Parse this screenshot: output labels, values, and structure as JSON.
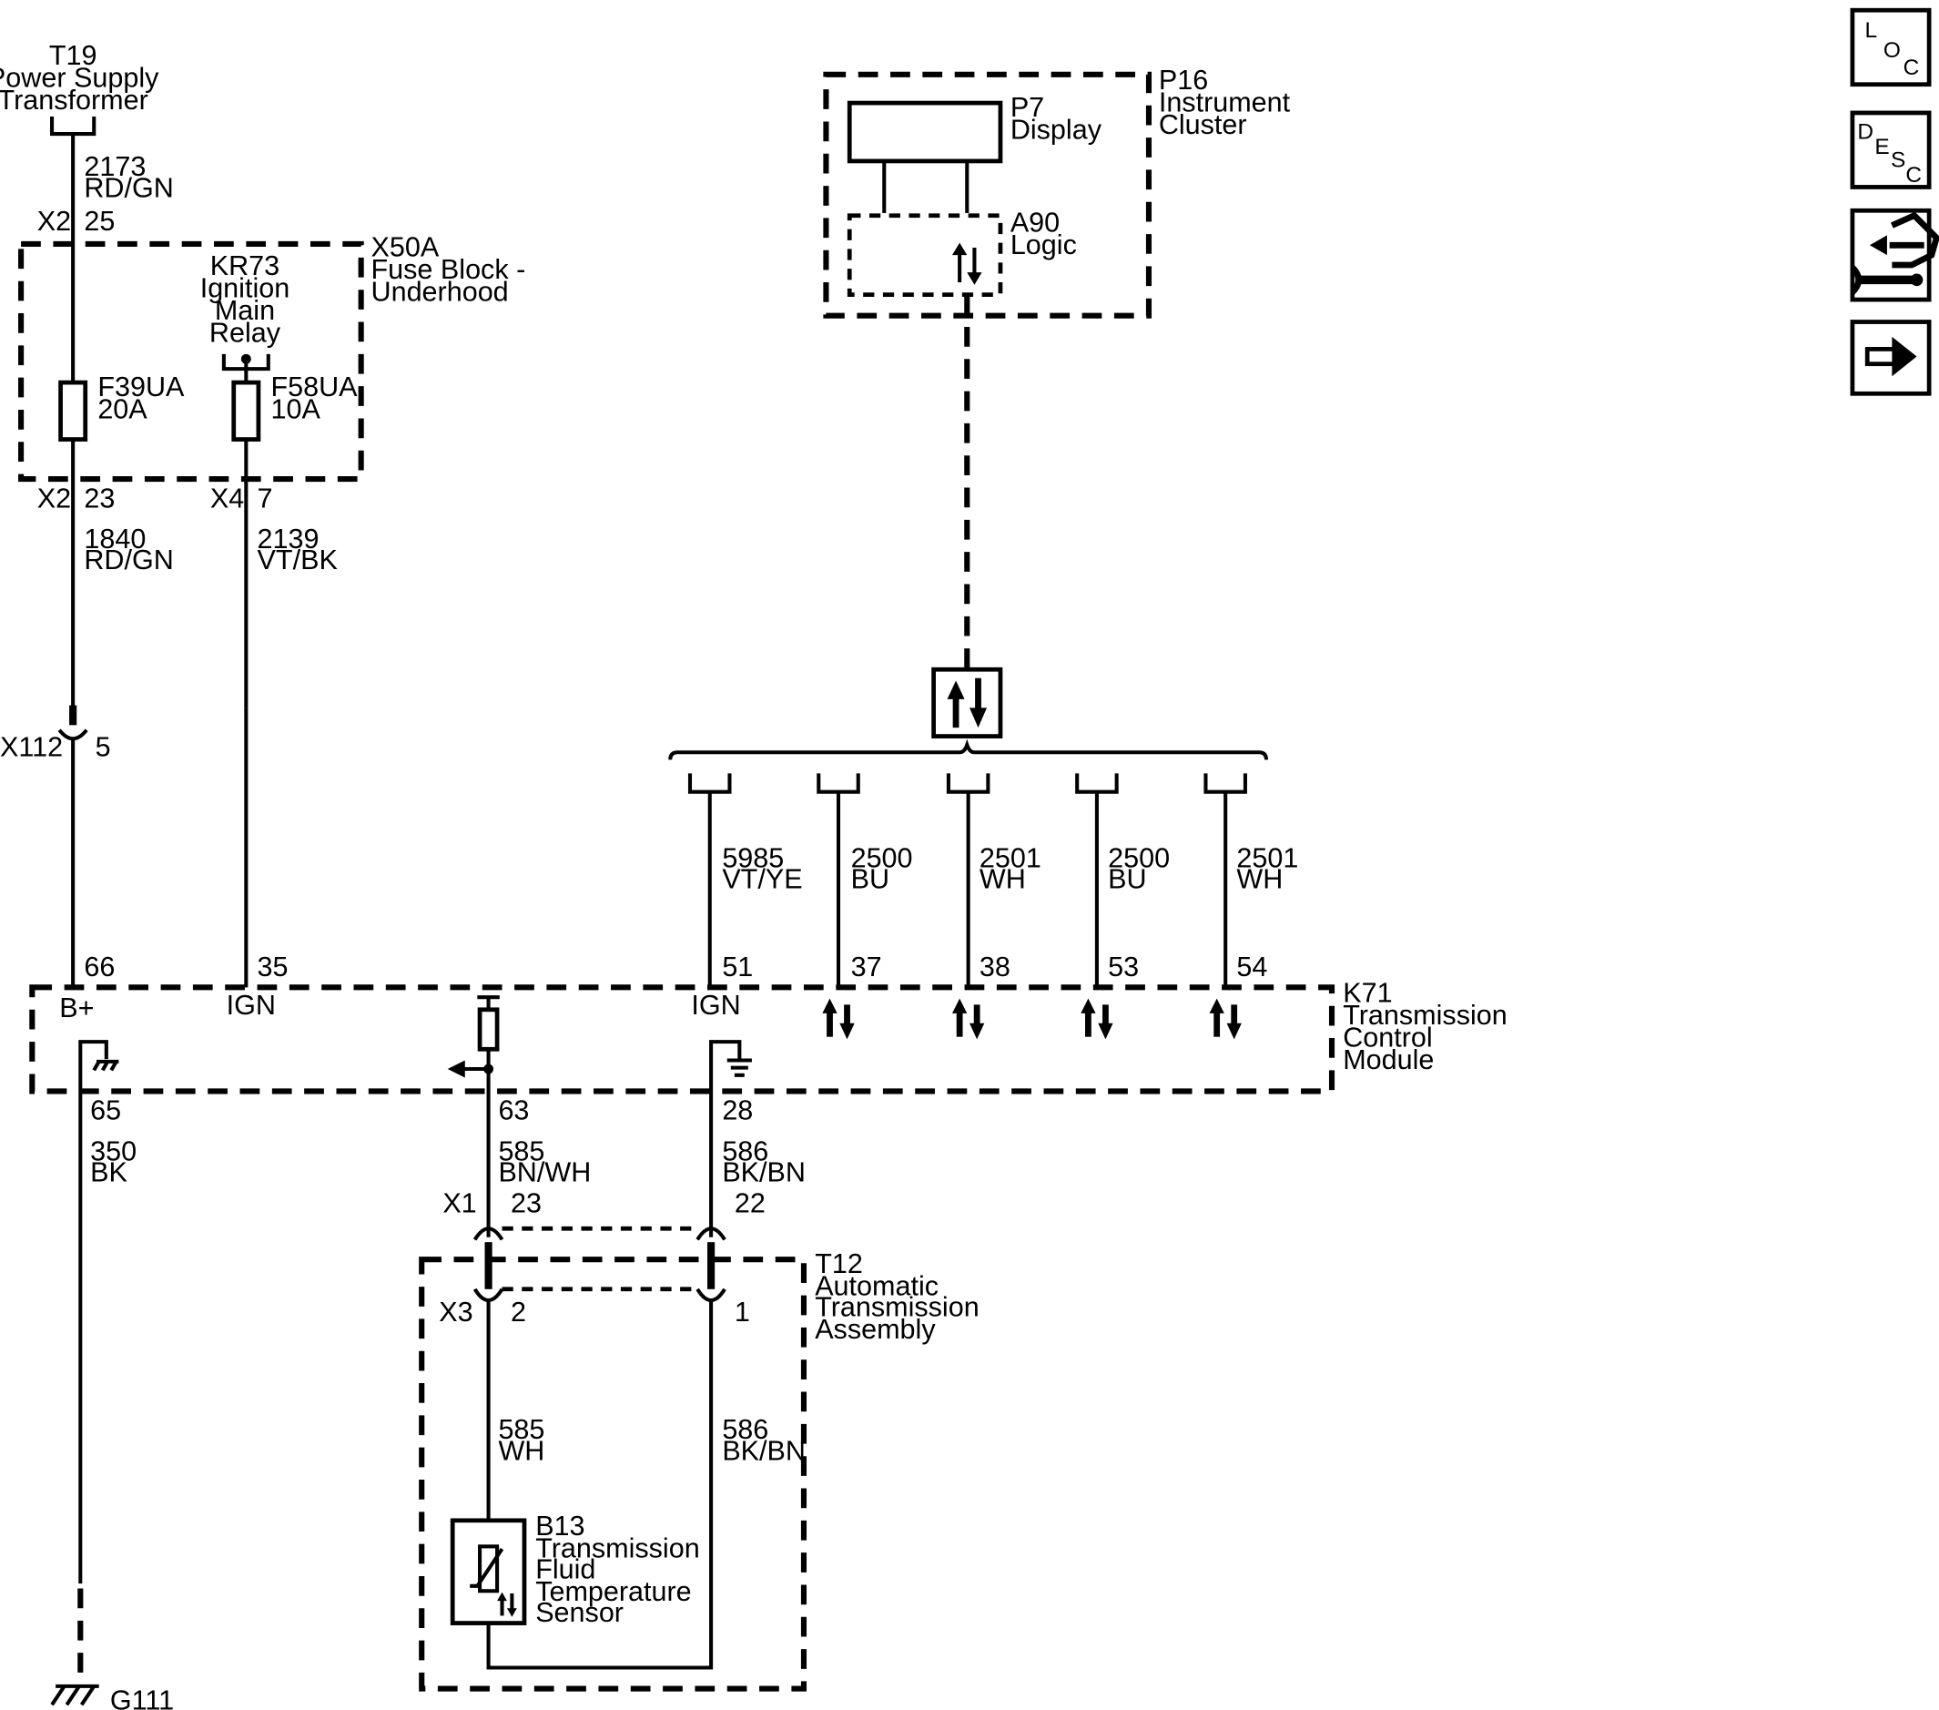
{
  "components": {
    "t19": {
      "ref": "T19",
      "name_line1": "Power Supply",
      "name_line2": "Transformer"
    },
    "x50a": {
      "ref": "X50A",
      "name_line1": "Fuse Block -",
      "name_line2": "Underhood"
    },
    "kr73": {
      "ref": "KR73",
      "name_line1": "Ignition",
      "name_line2": "Main",
      "name_line3": "Relay"
    },
    "f39ua": {
      "ref": "F39UA",
      "rating": "20A"
    },
    "f58ua": {
      "ref": "F58UA",
      "rating": "10A"
    },
    "p16": {
      "ref": "P16",
      "name_line1": "Instrument",
      "name_line2": "Cluster"
    },
    "p7": {
      "ref": "P7",
      "name": "Display"
    },
    "a90": {
      "ref": "A90",
      "name": "Logic"
    },
    "k71": {
      "ref": "K71",
      "name_line1": "Transmission",
      "name_line2": "Control",
      "name_line3": "Module"
    },
    "t12": {
      "ref": "T12",
      "name_line1": "Automatic",
      "name_line2": "Transmission",
      "name_line3": "Assembly"
    },
    "b13": {
      "ref": "B13",
      "name_line1": "Transmission",
      "name_line2": "Fluid",
      "name_line3": "Temperature",
      "name_line4": "Sensor"
    },
    "g111": {
      "ref": "G111"
    },
    "x112": {
      "ref": "X112",
      "pin": "5"
    }
  },
  "connectors": {
    "x2": "X2",
    "x4": "X4",
    "x1": "X1",
    "x3": "X3"
  },
  "pins": {
    "x2_top": "25",
    "x2_bottom": "23",
    "x4": "7",
    "k71_b_plus": "66",
    "k71_ign1": "35",
    "k71_ign2": "51",
    "k71_37": "37",
    "k71_38": "38",
    "k71_53": "53",
    "k71_54": "54",
    "k71_65": "65",
    "k71_63": "63",
    "k71_28": "28",
    "x1_23": "23",
    "x1_22": "22",
    "x3_2": "2",
    "x3_1": "1"
  },
  "terminals": {
    "b_plus": "B+",
    "ign1": "IGN",
    "ign2": "IGN"
  },
  "wires": {
    "w2173": {
      "circuit": "2173",
      "color": "RD/GN"
    },
    "w1840": {
      "circuit": "1840",
      "color": "RD/GN"
    },
    "w2139": {
      "circuit": "2139",
      "color": "VT/BK"
    },
    "w5985": {
      "circuit": "5985",
      "color": "VT/YE"
    },
    "w2500a": {
      "circuit": "2500",
      "color": "BU"
    },
    "w2501a": {
      "circuit": "2501",
      "color": "WH"
    },
    "w2500b": {
      "circuit": "2500",
      "color": "BU"
    },
    "w2501b": {
      "circuit": "2501",
      "color": "WH"
    },
    "w350": {
      "circuit": "350",
      "color": "BK"
    },
    "w585a": {
      "circuit": "585",
      "color": "BN/WH"
    },
    "w586a": {
      "circuit": "586",
      "color": "BK/BN"
    },
    "w585b": {
      "circuit": "585",
      "color": "WH"
    },
    "w586b": {
      "circuit": "586",
      "color": "BK/BN"
    }
  },
  "nav": {
    "loc": {
      "l1": "L",
      "l2": "O",
      "l3": "C"
    },
    "desc": {
      "l1": "D",
      "l2": "E",
      "l3": "S",
      "l4": "C"
    }
  }
}
